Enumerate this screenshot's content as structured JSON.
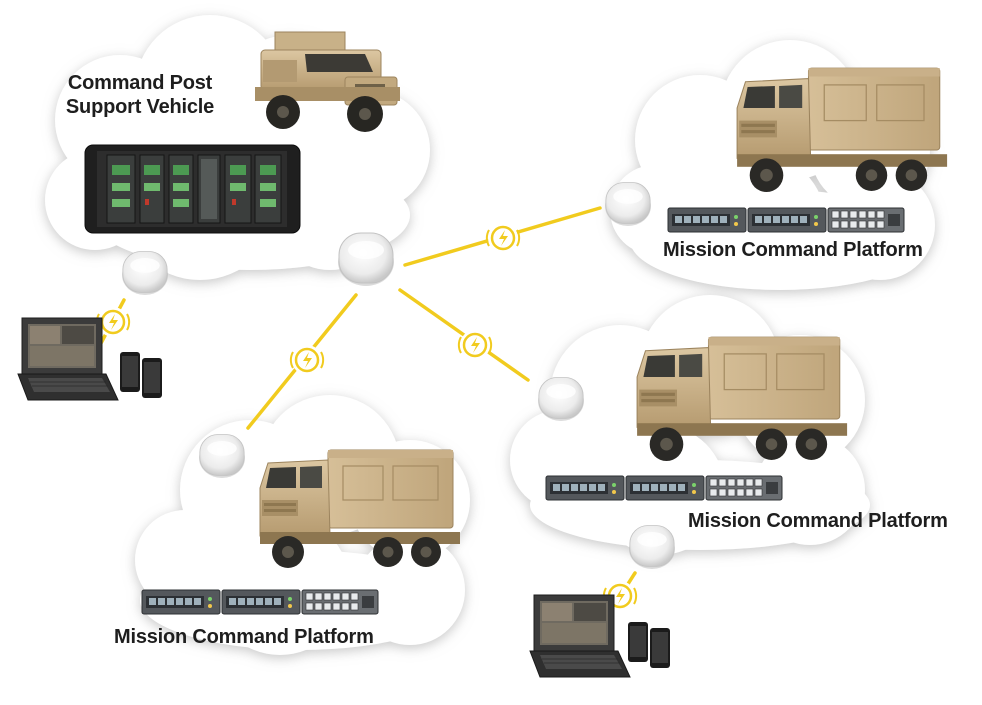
{
  "labels": {
    "command_post_line1": "Command Post",
    "command_post_line2": "Support Vehicle",
    "platform_top_right": "Mission Command Platform",
    "platform_bottom_left": "Mission Command Platform",
    "platform_right": "Mission Command Platform"
  },
  "colors": {
    "link": "#f1cb1e",
    "vehicle_tan": "#cdb48c",
    "vehicle_dark": "#a88f66",
    "cloud": "#ffffff",
    "cloud_shadow": "#d7d7d7",
    "text": "#1e1e1e"
  },
  "icons": [
    "military-truck-icon",
    "mrap-vehicle-icon",
    "network-chassis-icon",
    "wireless-access-point-icon",
    "wireless-link-icon",
    "network-switch-icon",
    "rugged-laptop-icon",
    "smartphone-icon"
  ]
}
